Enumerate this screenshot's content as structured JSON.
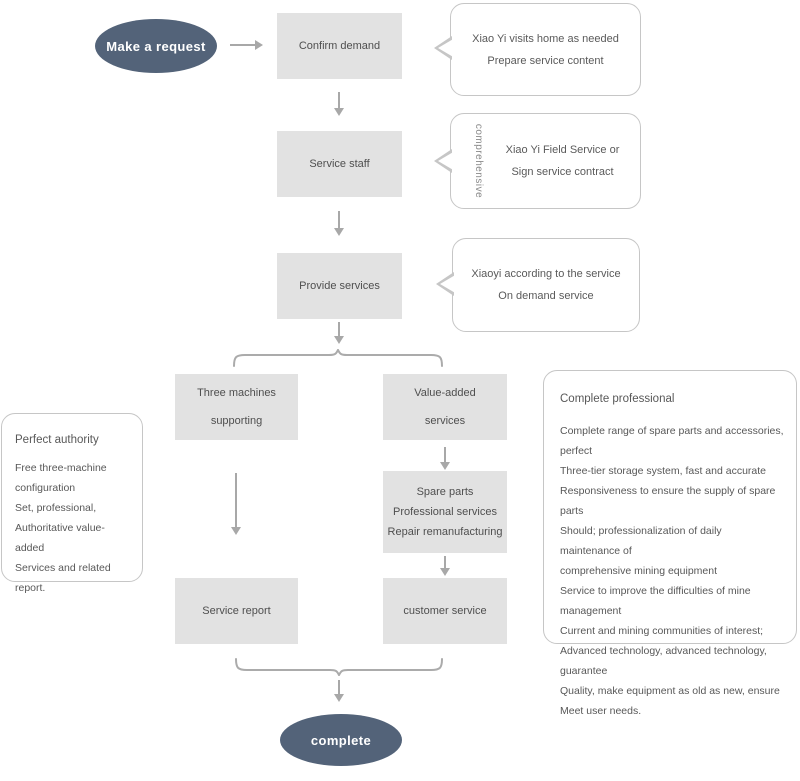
{
  "palette": {
    "terminal_fill": "#536379",
    "terminal_text": "#ffffff",
    "node_fill": "#e2e2e2",
    "node_text": "#4f4f4f",
    "connector": "#a8a8a8",
    "bubble_border": "#c6c6c6",
    "panel_text": "#585858"
  },
  "terminals": {
    "start": "Make a request",
    "end": "complete"
  },
  "nodes": {
    "confirm_demand": "Confirm demand",
    "service_staff": "Service staff",
    "provide_services": "Provide services",
    "three_machines": {
      "line1": "Three machines",
      "line2": "supporting"
    },
    "value_added": {
      "line1": "Value-added",
      "line2": "services"
    },
    "spare_parts": {
      "line1": "Spare parts",
      "line2": "Professional services",
      "line3": "Repair remanufacturing"
    },
    "service_report": "Service report",
    "customer_service": "customer service"
  },
  "bubbles": [
    {
      "line1": "Xiao Yi visits home as needed",
      "line2": "Prepare service content"
    },
    {
      "line1": "Xiao Yi Field Service or",
      "line2": "Sign service contract",
      "side_label": "comprehensive"
    },
    {
      "line1": "Xiaoyi according to the service",
      "line2": "On demand service"
    }
  ],
  "left_panel": {
    "title": "Perfect authority",
    "lines": [
      "Free three-machine configuration",
      "Set, professional,",
      "Authoritative value-added",
      "Services and related",
      "report."
    ]
  },
  "right_panel": {
    "title": "Complete professional",
    "lines": [
      "Complete range of spare parts and accessories, perfect",
      "Three-tier storage system, fast and accurate",
      "Responsiveness to ensure the supply of spare parts",
      "Should; professionalization of daily maintenance of",
      "comprehensive mining equipment",
      "Service to improve the difficulties of mine management",
      "Current and mining communities of interest;",
      "Advanced technology, advanced technology, guarantee",
      "Quality, make equipment as old as new, ensure",
      "Meet user needs."
    ]
  }
}
